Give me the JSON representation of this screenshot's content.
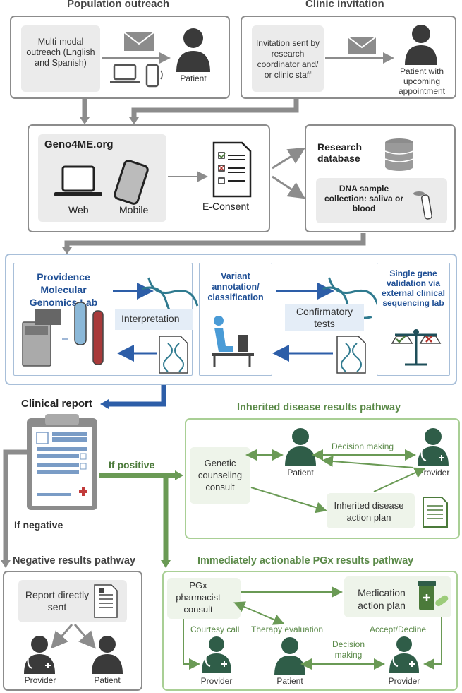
{
  "top": {
    "population_title": "Population outreach",
    "clinic_title": "Clinic invitation",
    "outreach_text": "Multi-modal outreach (English and Spanish)",
    "patient_label": "Patient",
    "invite_text": "Invitation sent by research coordinator and/ or clinic staff",
    "patient_upcoming": "Patient with upcoming appointment"
  },
  "geno": {
    "site": "Geno4ME.org",
    "web": "Web",
    "mobile": "Mobile",
    "econsent": "E-Consent",
    "research_db": "Research database",
    "dna_sample": "DNA sample collection: saliva or blood"
  },
  "lab": {
    "providence": "Providence Molecular Genomics Lab",
    "interpretation": "Interpretation",
    "variant": "Variant annotation/ classification",
    "confirmatory": "Confirmatory tests",
    "single_gene": "Single gene validation via external clinical sequencing lab"
  },
  "report": {
    "clinical_report": "Clinical report",
    "if_positive": "If positive",
    "if_negative": "If negative"
  },
  "inherited": {
    "title": "Inherited disease results pathway",
    "genetic_counseling": "Genetic counseling consult",
    "patient": "Patient",
    "decision_making": "Decision making",
    "provider": "Provider",
    "action_plan": "Inherited disease action plan"
  },
  "negative": {
    "title": "Negative results pathway",
    "report_sent": "Report directly sent",
    "provider": "Provider",
    "patient": "Patient"
  },
  "pgx": {
    "title": "Immediately actionable PGx results pathway",
    "pharmacist": "PGx pharmacist consult",
    "medication": "Medication action plan",
    "courtesy": "Courtesy call",
    "therapy": "Therapy evaluation",
    "accept": "Accept/Decline",
    "decision": "Decision making",
    "provider1": "Provider",
    "patient": "Patient",
    "provider2": "Provider"
  },
  "colors": {
    "grey_arrow": "#8c8c8c",
    "blue": "#2d5ea8",
    "green": "#6a9a55",
    "green_border": "#a9cf95",
    "panel_grey": "#ebebeb",
    "icon_dark": "#3a3a3a",
    "icon_green": "#2f5d48"
  }
}
